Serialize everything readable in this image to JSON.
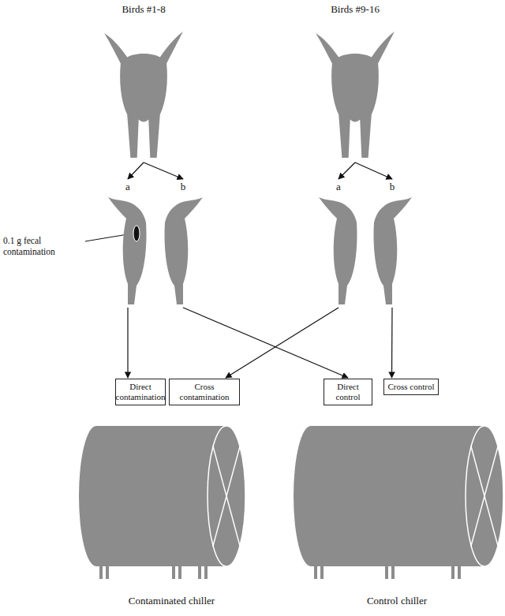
{
  "diagram": {
    "nodes": [
      {
        "text": [
          "Birds #1-8"
        ]
      },
      {
        "text": [
          "Birds #9-16"
        ]
      },
      {
        "text": [
          "a"
        ]
      },
      {
        "text": [
          "b"
        ]
      },
      {
        "text": [
          "a"
        ]
      },
      {
        "text": [
          "b"
        ]
      },
      {
        "text": [
          "Direct contamination"
        ]
      },
      {
        "text": [
          "Cross contamination"
        ]
      },
      {
        "text": [
          "Direct control"
        ]
      },
      {
        "text": [
          "Cross control"
        ]
      },
      {
        "text": [
          "Contaminated chiller"
        ]
      },
      {
        "text": [
          "Control chiller"
        ]
      }
    ],
    "edges": [
      {
        "from": 0,
        "to": 2,
        "arrow": "to"
      },
      {
        "from": 0,
        "to": 3,
        "arrow": "to"
      },
      {
        "from": 1,
        "to": 4,
        "arrow": "to"
      },
      {
        "from": 1,
        "to": 5,
        "arrow": "to"
      },
      {
        "from": 2,
        "to": 6,
        "arrow": "to"
      },
      {
        "from": 3,
        "to": 8,
        "arrow": "to"
      },
      {
        "from": 4,
        "to": 7,
        "arrow": "to"
      },
      {
        "from": 5,
        "to": 9,
        "arrow": "to"
      }
    ],
    "labels": [
      "0.1 g fecal contamination"
    ]
  }
}
